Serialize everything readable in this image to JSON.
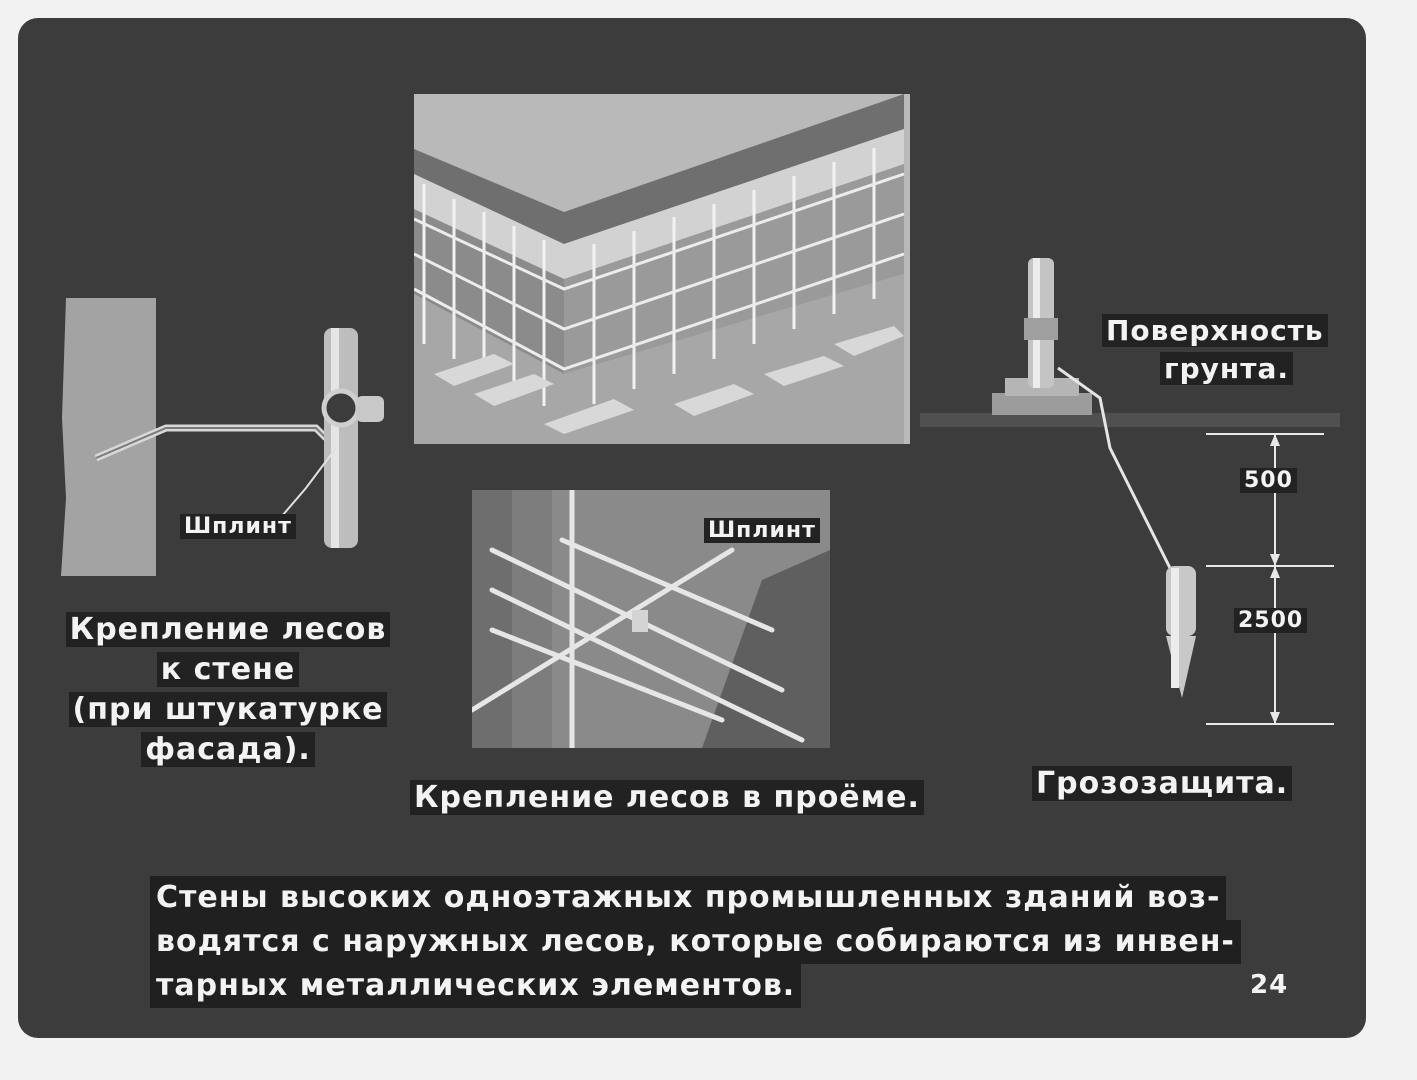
{
  "slide": {
    "labels": {
      "cotter_pin_left": "Шплинт",
      "cotter_pin_center": "Шплинт",
      "ground_surface_line1": "Поверхность",
      "ground_surface_line2": "грунта.",
      "dimension_upper": "500",
      "dimension_lower": "2500"
    },
    "captions": {
      "wall_fastening": [
        "Крепление лесов",
        "к стене",
        "(при штукатурке",
        "фасада)."
      ],
      "opening_fastening": "Крепление лесов в проёме.",
      "lightning_protection": "Грозозащита."
    },
    "body_text": [
      "Стены высоких одноэтажных промышленных зданий воз-",
      "водятся с наружных лесов, которые собираются из инвен-",
      "тарных металлических элементов."
    ],
    "page_number": "24"
  }
}
